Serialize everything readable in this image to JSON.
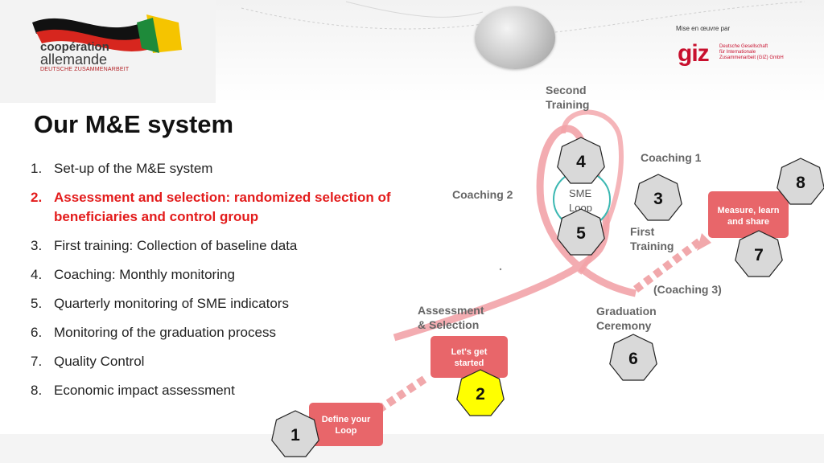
{
  "logo": {
    "line1": "coopération",
    "line2": "allemande",
    "line3": "DEUTSCHE ZUSAMMENARBEIT"
  },
  "implemented_by": "Mise en œuvre par",
  "giz": {
    "mark": "giz",
    "text": "Deutsche Gesellschaft\nfür Internationale\nZusammenarbeit (GIZ) GmbH"
  },
  "title": "Our M&E system",
  "steps": [
    {
      "num": "1.",
      "text": "Set-up of the M&E system",
      "highlight": false
    },
    {
      "num": "2.",
      "text": "Assessment and selection: randomized selection of beneficiaries and control group",
      "highlight": true
    },
    {
      "num": "3.",
      "text": "First training: Collection of baseline data",
      "highlight": false
    },
    {
      "num": "4.",
      "text": "Coaching: Monthly monitoring",
      "highlight": false
    },
    {
      "num": "5.",
      "text": "Quarterly monitoring of SME indicators",
      "highlight": false
    },
    {
      "num": "6.",
      "text": "Monitoring of the graduation process",
      "highlight": false
    },
    {
      "num": "7.",
      "text": "Quality Control",
      "highlight": false
    },
    {
      "num": "8.",
      "text": "Economic impact assessment",
      "highlight": false
    }
  ],
  "diagram": {
    "labels": {
      "second_training_1": "Second",
      "second_training_2": "Training",
      "coaching1": "Coaching 1",
      "coaching2": "Coaching 2",
      "first_training_1": "First",
      "first_training_2": "Training",
      "coaching3": "(Coaching 3)",
      "assessment_1": "Assessment",
      "assessment_2": "& Selection",
      "graduation_1": "Graduation",
      "graduation_2": "Ceremony"
    },
    "sme_loop_1": "SME",
    "sme_loop_2": "Loop",
    "boxes": {
      "define_1": "Define your",
      "define_2": "Loop",
      "started_1": "Let's get",
      "started_2": "started",
      "measure_1": "Measure, learn",
      "measure_2": "and share"
    },
    "markers": [
      "1",
      "2",
      "3",
      "4",
      "5",
      "6",
      "7",
      "8"
    ],
    "colors": {
      "box": "#e8666a",
      "loop": "#f2a3a8",
      "sme_circle": "#3cb8b2",
      "marker_default": "#d9d9d9",
      "marker_highlight": "#ffff00"
    }
  }
}
